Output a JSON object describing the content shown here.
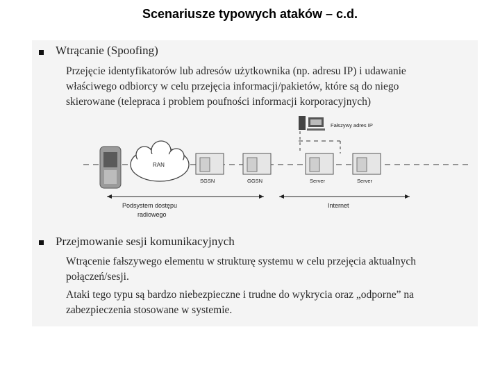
{
  "title": "Scenariusze typowych ataków – c.d.",
  "section1": {
    "heading": "Wtrącanie (Spoofing)",
    "lines": [
      "Przejęcie identyfikatorów lub adresów użytkownika (np. adresu IP) i udawanie",
      "właściwego odbiorcy w celu przejęcia informacji/pakietów, które są do niego",
      "skierowane (telepraca i problem poufności informacji korporacyjnych)"
    ]
  },
  "diagram": {
    "fake_ip_label": "Fałszywy adres IP",
    "ran_label": "RAN",
    "nodes": [
      "SGSN",
      "GGSN",
      "Server",
      "Server"
    ],
    "access_label_line1": "Podsystem dostępu",
    "access_label_line2": "radiowego",
    "internet_label": "Internet"
  },
  "section2": {
    "heading": "Przejmowanie sesji komunikacyjnych",
    "para1": [
      "Wtrącenie fałszywego elementu w strukturę systemu w celu przejęcia aktualnych",
      "połączeń/sesji."
    ],
    "para2": [
      "Ataki tego typu są bardzo niebezpieczne i trudne do wykrycia oraz „odporne” na",
      "zabezpieczenia stosowane w systemie."
    ]
  }
}
